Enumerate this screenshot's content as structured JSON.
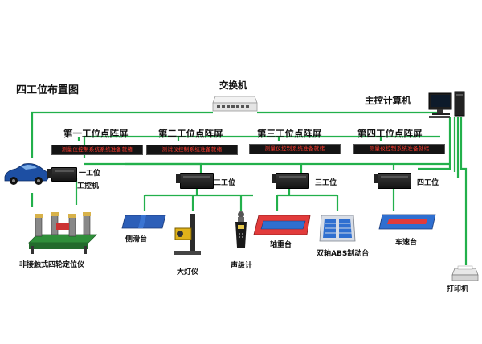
{
  "diagram": {
    "title": "四工位布置图",
    "switch": {
      "label": "交换机"
    },
    "main_pc": {
      "label": "主控计算机"
    },
    "printer": {
      "label": "打印机"
    },
    "led_screens": [
      {
        "label": "第一工位点阵屏",
        "text": "测量仪控制系统系统准备就绪"
      },
      {
        "label": "第二工位点阵屏",
        "text": "测试仪控制系统准备就绪"
      },
      {
        "label": "第三工位点阵屏",
        "text": "测量仪控制系统准备就绪"
      },
      {
        "label": "第四工位点阵屏",
        "text": "测量仪控制系统准备就绪"
      }
    ],
    "stations": [
      {
        "label": "一工位",
        "pc_label": "工控机"
      },
      {
        "label": "二工位"
      },
      {
        "label": "三工位"
      },
      {
        "label": "四工位"
      }
    ],
    "devices": {
      "wheel_aligner": "非接触式四轮定位仪",
      "side_slip": "侧滑台",
      "headlamp": "大灯仪",
      "sound_meter": "声级计",
      "axle_weight": "轴重台",
      "abs_brake": "双轴ABS制动台",
      "speed": "车速台"
    },
    "colors": {
      "wire": "#22b04b",
      "led_text": "#ff3b2f",
      "platform_red": "#e23b3b",
      "platform_blue": "#2f6fd0"
    }
  }
}
